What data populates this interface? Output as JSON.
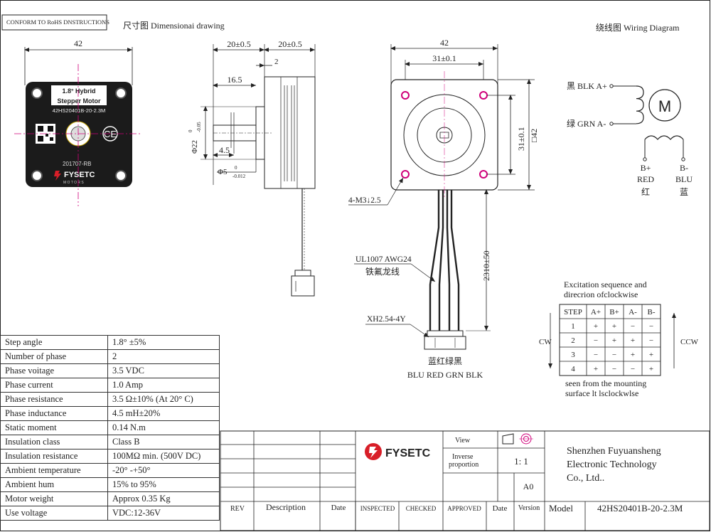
{
  "header": {
    "conform": "CONFORM TO RoHS DNSTRUCTIONS",
    "dimensional_title": "尺寸图 Dimensionai drawing",
    "wiring_title": "绕线图 Wiring Diagram"
  },
  "motor_label": {
    "line1": "1.8° Hybrid",
    "line2": "Stepper Motor",
    "model": "42HS20401B-20-2.3M",
    "date": "201707-RB",
    "brand": "FYSETC",
    "brand_sub": "M O T O R S",
    "ce": "CE"
  },
  "dimensions": {
    "front_width": "42",
    "side_20a": "20±0.5",
    "side_20b": "20±0.5",
    "side_2": "2",
    "side_16_5": "16.5",
    "side_4_5": "4.5",
    "side_phi22": "Φ22",
    "side_phi22_tol": "0",
    "side_phi22_tol2": "-0.05",
    "side_phi5": "Φ5",
    "side_phi5_tol": "0",
    "side_phi5_tol2": "-0.012",
    "main_42": "42",
    "main_31h": "31±0.1",
    "main_31v": "31±0.1",
    "main_sq42": "□42",
    "m3": "4-M3↓2.5",
    "wire_len": "2310±50"
  },
  "wire_labels": {
    "ul": "UL1007 AWG24",
    "ul_cn": "铁氟龙线",
    "connector": "XH2.54-4Y",
    "colors_cn": "蓝红绿黑",
    "colors_en": "BLU RED GRN BLK"
  },
  "wiring": {
    "a_plus": "黑 BLK A+",
    "a_minus": "绿 GRN A-",
    "motor": "M",
    "b_plus": "B+",
    "b_plus_color": "RED",
    "b_plus_cn": "红",
    "b_minus": "B-",
    "b_minus_color": "BLU",
    "b_minus_cn": "蓝"
  },
  "excitation": {
    "title1": "Excitation sequence and",
    "title2": "direcrion ofclockwise",
    "headers": [
      "STEP",
      "A+",
      "B+",
      "A-",
      "B-"
    ],
    "rows": [
      [
        "1",
        "+",
        "+",
        "−",
        "−"
      ],
      [
        "2",
        "−",
        "+",
        "+",
        "−"
      ],
      [
        "3",
        "−",
        "−",
        "+",
        "+"
      ],
      [
        "4",
        "+",
        "−",
        "−",
        "+"
      ]
    ],
    "cw": "CW",
    "ccw": "CCW",
    "note1": "seen from the mounting",
    "note2": "surface lt lsclockwlse"
  },
  "specs": [
    {
      "k": "Step angle",
      "v": "1.8° ±5%"
    },
    {
      "k": "Number of phase",
      "v": "2"
    },
    {
      "k": "Phase voitage",
      "v": "3.5 VDC"
    },
    {
      "k": "Phase current",
      "v": "1.0 Amp"
    },
    {
      "k": "Phase resistance",
      "v": "3.5 Ω±10% (At 20° C)"
    },
    {
      "k": "Phase inductance",
      "v": "4.5 mH±20%"
    },
    {
      "k": "Static moment",
      "v": "0.14 N.m"
    },
    {
      "k": "Insulation class",
      "v": "Class B"
    },
    {
      "k": "Insulation resistance",
      "v": "100MΩ min. (500V DC)"
    },
    {
      "k": "Ambient temperature",
      "v": "-20° -+50°"
    },
    {
      "k": "Ambient hum",
      "v": "15% to 95%"
    },
    {
      "k": "Motor weight",
      "v": "Approx 0.35 Kg"
    },
    {
      "k": "Use voltage",
      "v": "VDC:12-36V"
    }
  ],
  "title_block": {
    "logo": "FYSETC",
    "view": "View",
    "inverse1": "Inverse",
    "inverse2": "proportion",
    "scale": "1: 1",
    "size": "A0",
    "company1": "Shenzhen Fuyuansheng",
    "company2": "Electronic Technology",
    "company3": "Co., Ltd..",
    "rev": "REV",
    "description": "Description",
    "date": "Date",
    "inspected": "INSPECTED",
    "checked": "CHECKED",
    "approved": "APPROVED",
    "date2": "Date",
    "version": "Version",
    "model_label": "Model",
    "model_value": "42HS20401B-20-2.3M"
  },
  "colors": {
    "accent_magenta": "#d0007a",
    "logo_red": "#d81e28",
    "line": "#222222"
  }
}
